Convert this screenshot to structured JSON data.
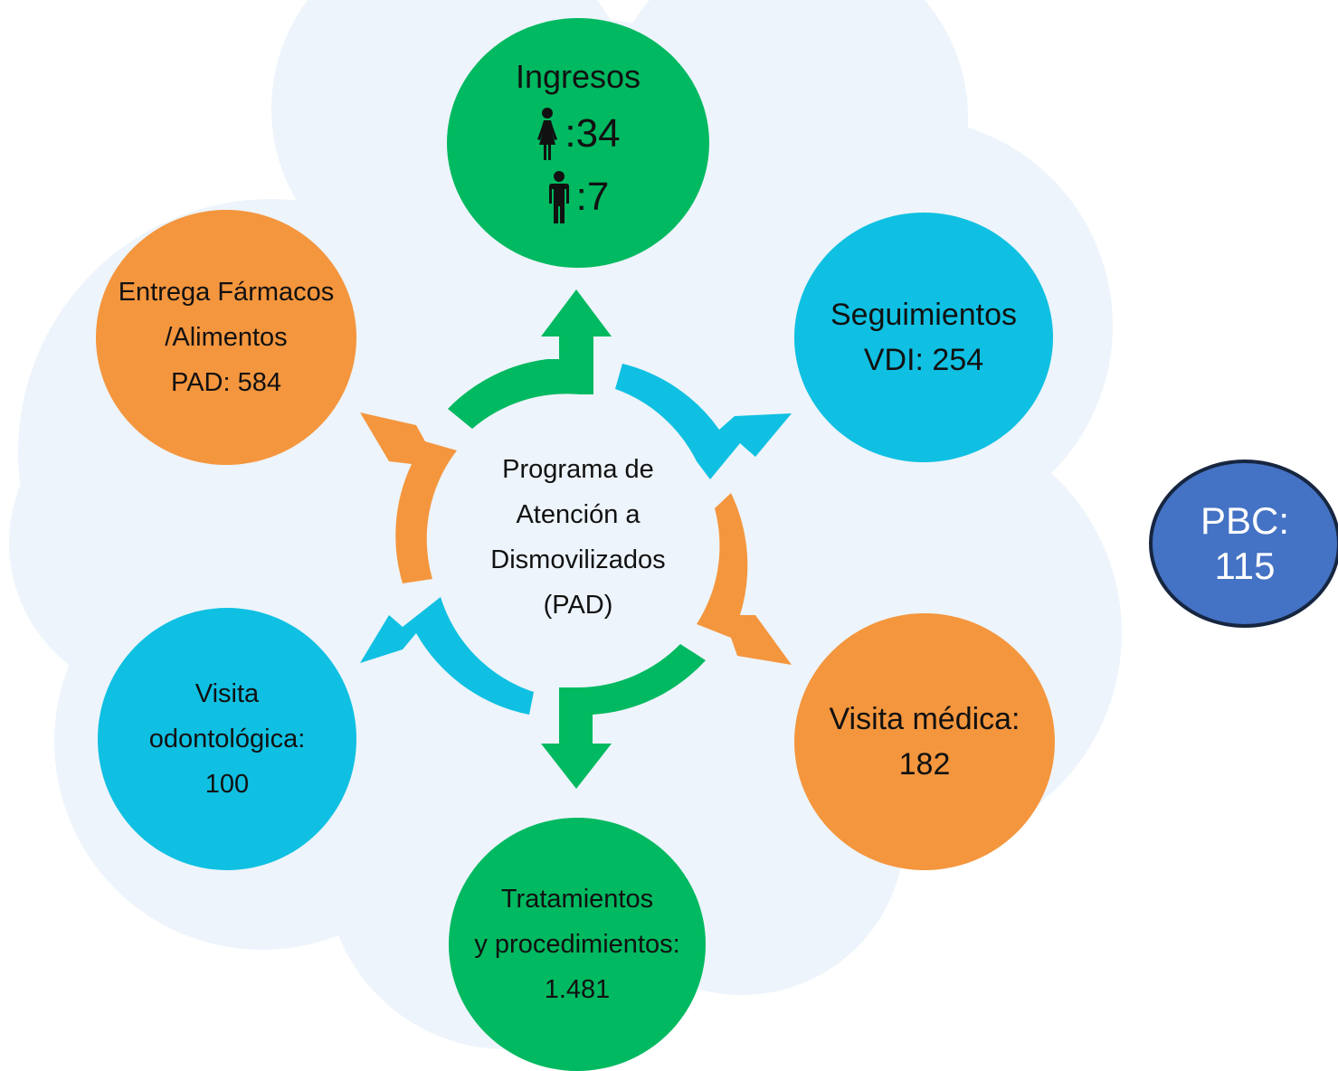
{
  "center": {
    "lines": [
      "Programa de",
      "Atención a",
      "Dismovilizados",
      "(PAD)"
    ]
  },
  "ingresos": {
    "title": "Ingresos",
    "female": {
      "icon": "female-person-icon",
      "value": ":34"
    },
    "male": {
      "icon": "male-person-icon",
      "value": ":7"
    }
  },
  "seguimientos": {
    "lines": [
      "Seguimientos",
      "VDI: 254"
    ]
  },
  "visita_medica": {
    "lines": [
      "Visita médica:",
      "182"
    ]
  },
  "tratamientos": {
    "lines": [
      "Tratamientos",
      "y procedimientos:",
      "1.481"
    ]
  },
  "visita_odontologica": {
    "lines": [
      "Visita",
      "odontológica:",
      "100"
    ]
  },
  "entrega": {
    "lines": [
      "Entrega Fármacos",
      "/Alimentos",
      "PAD: 584"
    ]
  },
  "pbc": {
    "lines": [
      "PBC:",
      "115"
    ]
  },
  "colors": {
    "green": "#00b960",
    "blue": "#0fc0e2",
    "orange": "#f4963e",
    "pbc_fill": "#4472c4",
    "pbc_border": "#172640",
    "cloud": "#edf4fb"
  }
}
